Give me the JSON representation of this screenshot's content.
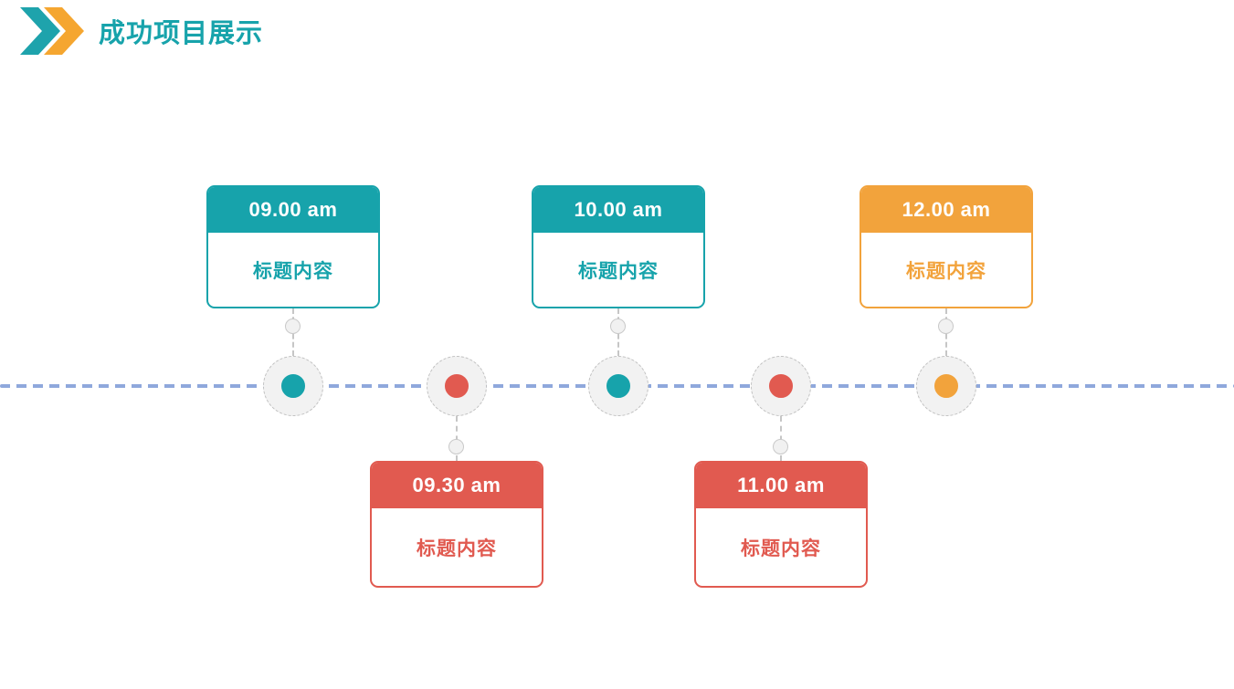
{
  "header": {
    "title": "成功项目展示",
    "icon": "double-chevron-right",
    "icon_colors": {
      "back_chevron": "#1EA3AC",
      "front_chevron": "#F5A630"
    },
    "title_color": "#17A3AB"
  },
  "timeline": {
    "line_color": "#8FA8DC",
    "node_fill": "#F2F2F2",
    "events": [
      {
        "time": "09.00 am",
        "title": "标题内容",
        "color": "#17A3AB",
        "position": "above"
      },
      {
        "time": "09.30 am",
        "title": "标题内容",
        "color": "#E15A50",
        "position": "below"
      },
      {
        "time": "10.00 am",
        "title": "标题内容",
        "color": "#17A3AB",
        "position": "above"
      },
      {
        "time": "11.00 am",
        "title": "标题内容",
        "color": "#E15A50",
        "position": "below"
      },
      {
        "time": "12.00 am",
        "title": "标题内容",
        "color": "#F2A33C",
        "position": "above"
      }
    ]
  }
}
